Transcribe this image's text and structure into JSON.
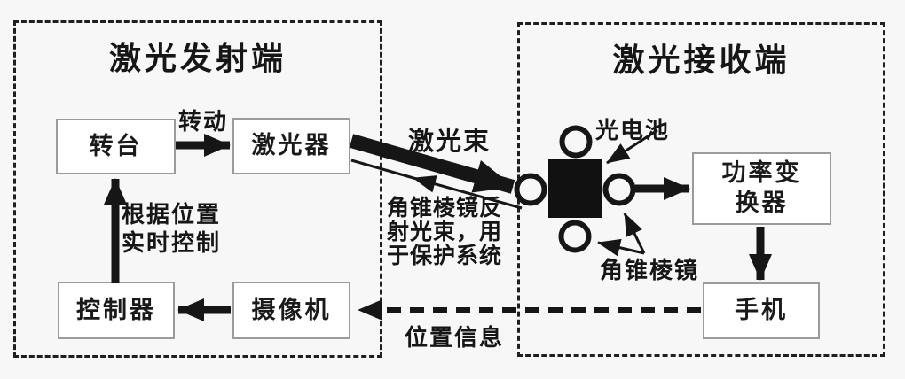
{
  "canvas": {
    "background": "#f7f7f7",
    "ink": "#161616",
    "node_border": "#9b9b9b"
  },
  "transmitter": {
    "title": "激光发射端",
    "nodes": {
      "turntable": "转台",
      "laser": "激光器",
      "controller": "控制器",
      "camera": "摄像机"
    },
    "labels": {
      "rotate": "转动",
      "feedback": "根据位置\n实时控制"
    }
  },
  "receiver": {
    "title": "激光接收端",
    "nodes": {
      "converter": "功率变\n换器",
      "phone": "手机"
    },
    "labels": {
      "photocell": "光电池",
      "prism": "角锥棱镜"
    }
  },
  "links": {
    "beam": "激光束",
    "reflect_note": "角锥棱镜反\n射光束，用\n于保护系统",
    "position_info": "位置信息"
  }
}
